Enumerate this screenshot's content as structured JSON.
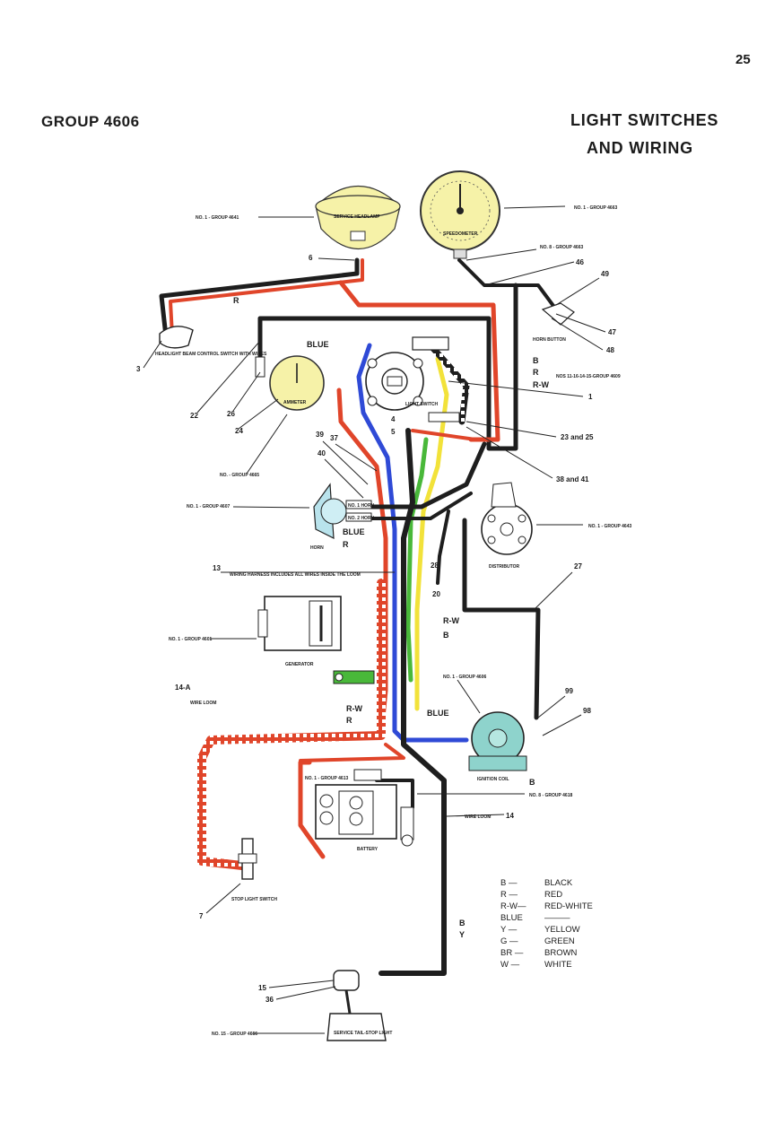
{
  "page_number": "25",
  "group": "GROUP 4606",
  "title_line1": "LIGHT  SWITCHES",
  "title_line2": "AND  WIRING",
  "colors": {
    "black": "#1e1e1e",
    "red": "#e0452a",
    "blue": "#2f4ad6",
    "yellow": "#f2e23a",
    "green": "#49b83a",
    "gauge_face": "#f6f2a8",
    "coil": "#8ed3cc",
    "horn": "#b9e3ec"
  },
  "components": {
    "headlamp": "SERVICE HEADLAMP",
    "headlamp_ref": "NO. 1 - GROUP 4641",
    "speedometer": "SPEEDOMETER",
    "speedometer_ref": "NO. 1 - GROUP 4663",
    "speedometer_ref2": "NO. 8 - GROUP 4663",
    "headlight_switch": "HEADLIGHT BEAM CONTROL SWITCH WITH WIRES",
    "horn_button": "HORN BUTTON",
    "horn_button_ref": "NOS 11-16-14-15-GROUP 4609",
    "light_switch": "LIGHT SWITCH",
    "ammeter": "AMMETER",
    "ammeter_ref": "NO. - GROUP 4665",
    "horn": "HORN",
    "horn_ref": "NO. 1 - GROUP 4607",
    "horn_terminal_top": "NO. 1 HORN",
    "horn_terminal_bottom": "NO. 2 HORN",
    "distributor": "DISTRIBUTOR",
    "distributor_ref": "NO. 1 - GROUP 4643",
    "harness_note": "WIRING HARNESS INCLUDES ALL WIRES INSIDE THE LOOM",
    "generator": "GENERATOR",
    "generator_ref": "NO. 1 - GROUP 4601",
    "wire_loom": "WIRE LOOM",
    "ignition_coil": "IGNITION COIL",
    "ignition_coil_ref": "NO. 1 - GROUP 4606",
    "battery": "BATTERY",
    "battery_ref": "NO. 1 - GROUP 4613",
    "cable_ref": "NO. 8 - GROUP 4618",
    "stop_light_switch": "STOP LIGHT SWITCH",
    "tail_light": "SERVICE TAIL-STOP LIGHT",
    "tail_light_ref": "NO. 15 - GROUP 4666"
  },
  "callouts": {
    "c3": "3",
    "c6": "6",
    "c46": "46",
    "c49": "49",
    "c47": "47",
    "c48": "48",
    "c1": "1",
    "c4": "4",
    "c5": "5",
    "c22": "22",
    "c26": "26",
    "c24": "24",
    "c39": "39",
    "c37": "37",
    "c40": "40",
    "c23_25": "23 and 25",
    "c38_41": "38 and 41",
    "c13": "13",
    "c28": "28",
    "c20": "20",
    "c27": "27",
    "c14a": "14-A",
    "c99": "99",
    "c98": "98",
    "c14": "14",
    "c7": "7",
    "c15": "15",
    "c36": "36"
  },
  "wire_codes": {
    "blue_top": "BLUE",
    "b_top": "B",
    "r_top": "R",
    "rw_top": "R-W",
    "r_left": "R",
    "blue_horn": "BLUE",
    "r_horn": "R",
    "rw_mid": "R-W",
    "b_mid": "B",
    "rw_loom": "R-W",
    "r_loom": "R",
    "blue_coil": "BLUE",
    "b_bat": "B",
    "b_bottom": "B",
    "y_bottom": "Y"
  },
  "legend": [
    {
      "code": "B —",
      "name": "BLACK"
    },
    {
      "code": "R —",
      "name": "RED"
    },
    {
      "code": "R-W—",
      "name": "RED-WHITE"
    },
    {
      "code": "BLUE",
      "name": "———"
    },
    {
      "code": "Y —",
      "name": "YELLOW"
    },
    {
      "code": "G —",
      "name": "GREEN"
    },
    {
      "code": "BR —",
      "name": "BROWN"
    },
    {
      "code": "W —",
      "name": "WHITE"
    }
  ]
}
